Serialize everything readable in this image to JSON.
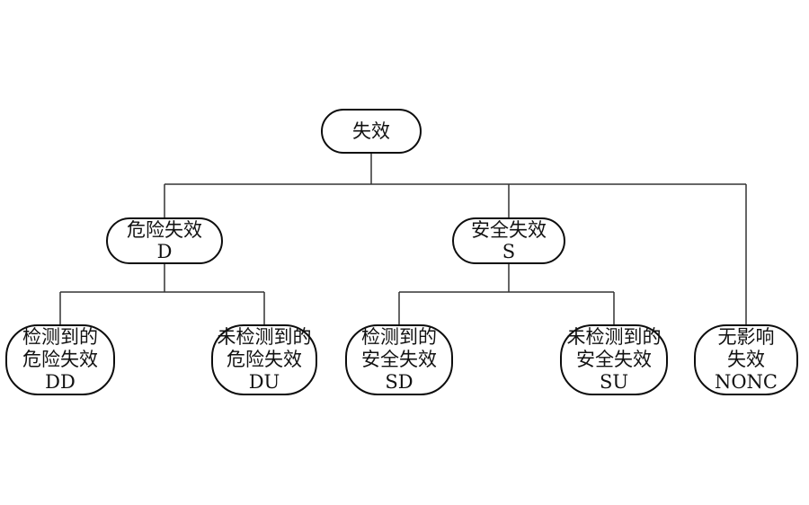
{
  "diagram": {
    "type": "tree",
    "colors": {
      "background": "#ffffff",
      "node_border": "#0d0d0d",
      "connector_line": "#333333",
      "text": "#111111"
    },
    "nodes": {
      "root": {
        "lines": [
          "失效"
        ]
      },
      "d": {
        "lines": [
          "危险失效",
          "D"
        ]
      },
      "s": {
        "lines": [
          "安全失效",
          "S"
        ]
      },
      "dd": {
        "lines": [
          "检测到的",
          "危险失效",
          "DD"
        ]
      },
      "du": {
        "lines": [
          "未检测到的",
          "危险失效",
          "DU"
        ]
      },
      "sd": {
        "lines": [
          "检测到的",
          "安全失效",
          "SD"
        ]
      },
      "su": {
        "lines": [
          "未检测到的",
          "安全失效",
          "SU"
        ]
      },
      "nonc": {
        "lines": [
          "无影响",
          "失效",
          "NONC"
        ]
      }
    },
    "edges": [
      {
        "from": "root",
        "to": "d"
      },
      {
        "from": "root",
        "to": "s"
      },
      {
        "from": "root",
        "to": "nonc"
      },
      {
        "from": "d",
        "to": "dd"
      },
      {
        "from": "d",
        "to": "du"
      },
      {
        "from": "s",
        "to": "sd"
      },
      {
        "from": "s",
        "to": "su"
      }
    ]
  }
}
